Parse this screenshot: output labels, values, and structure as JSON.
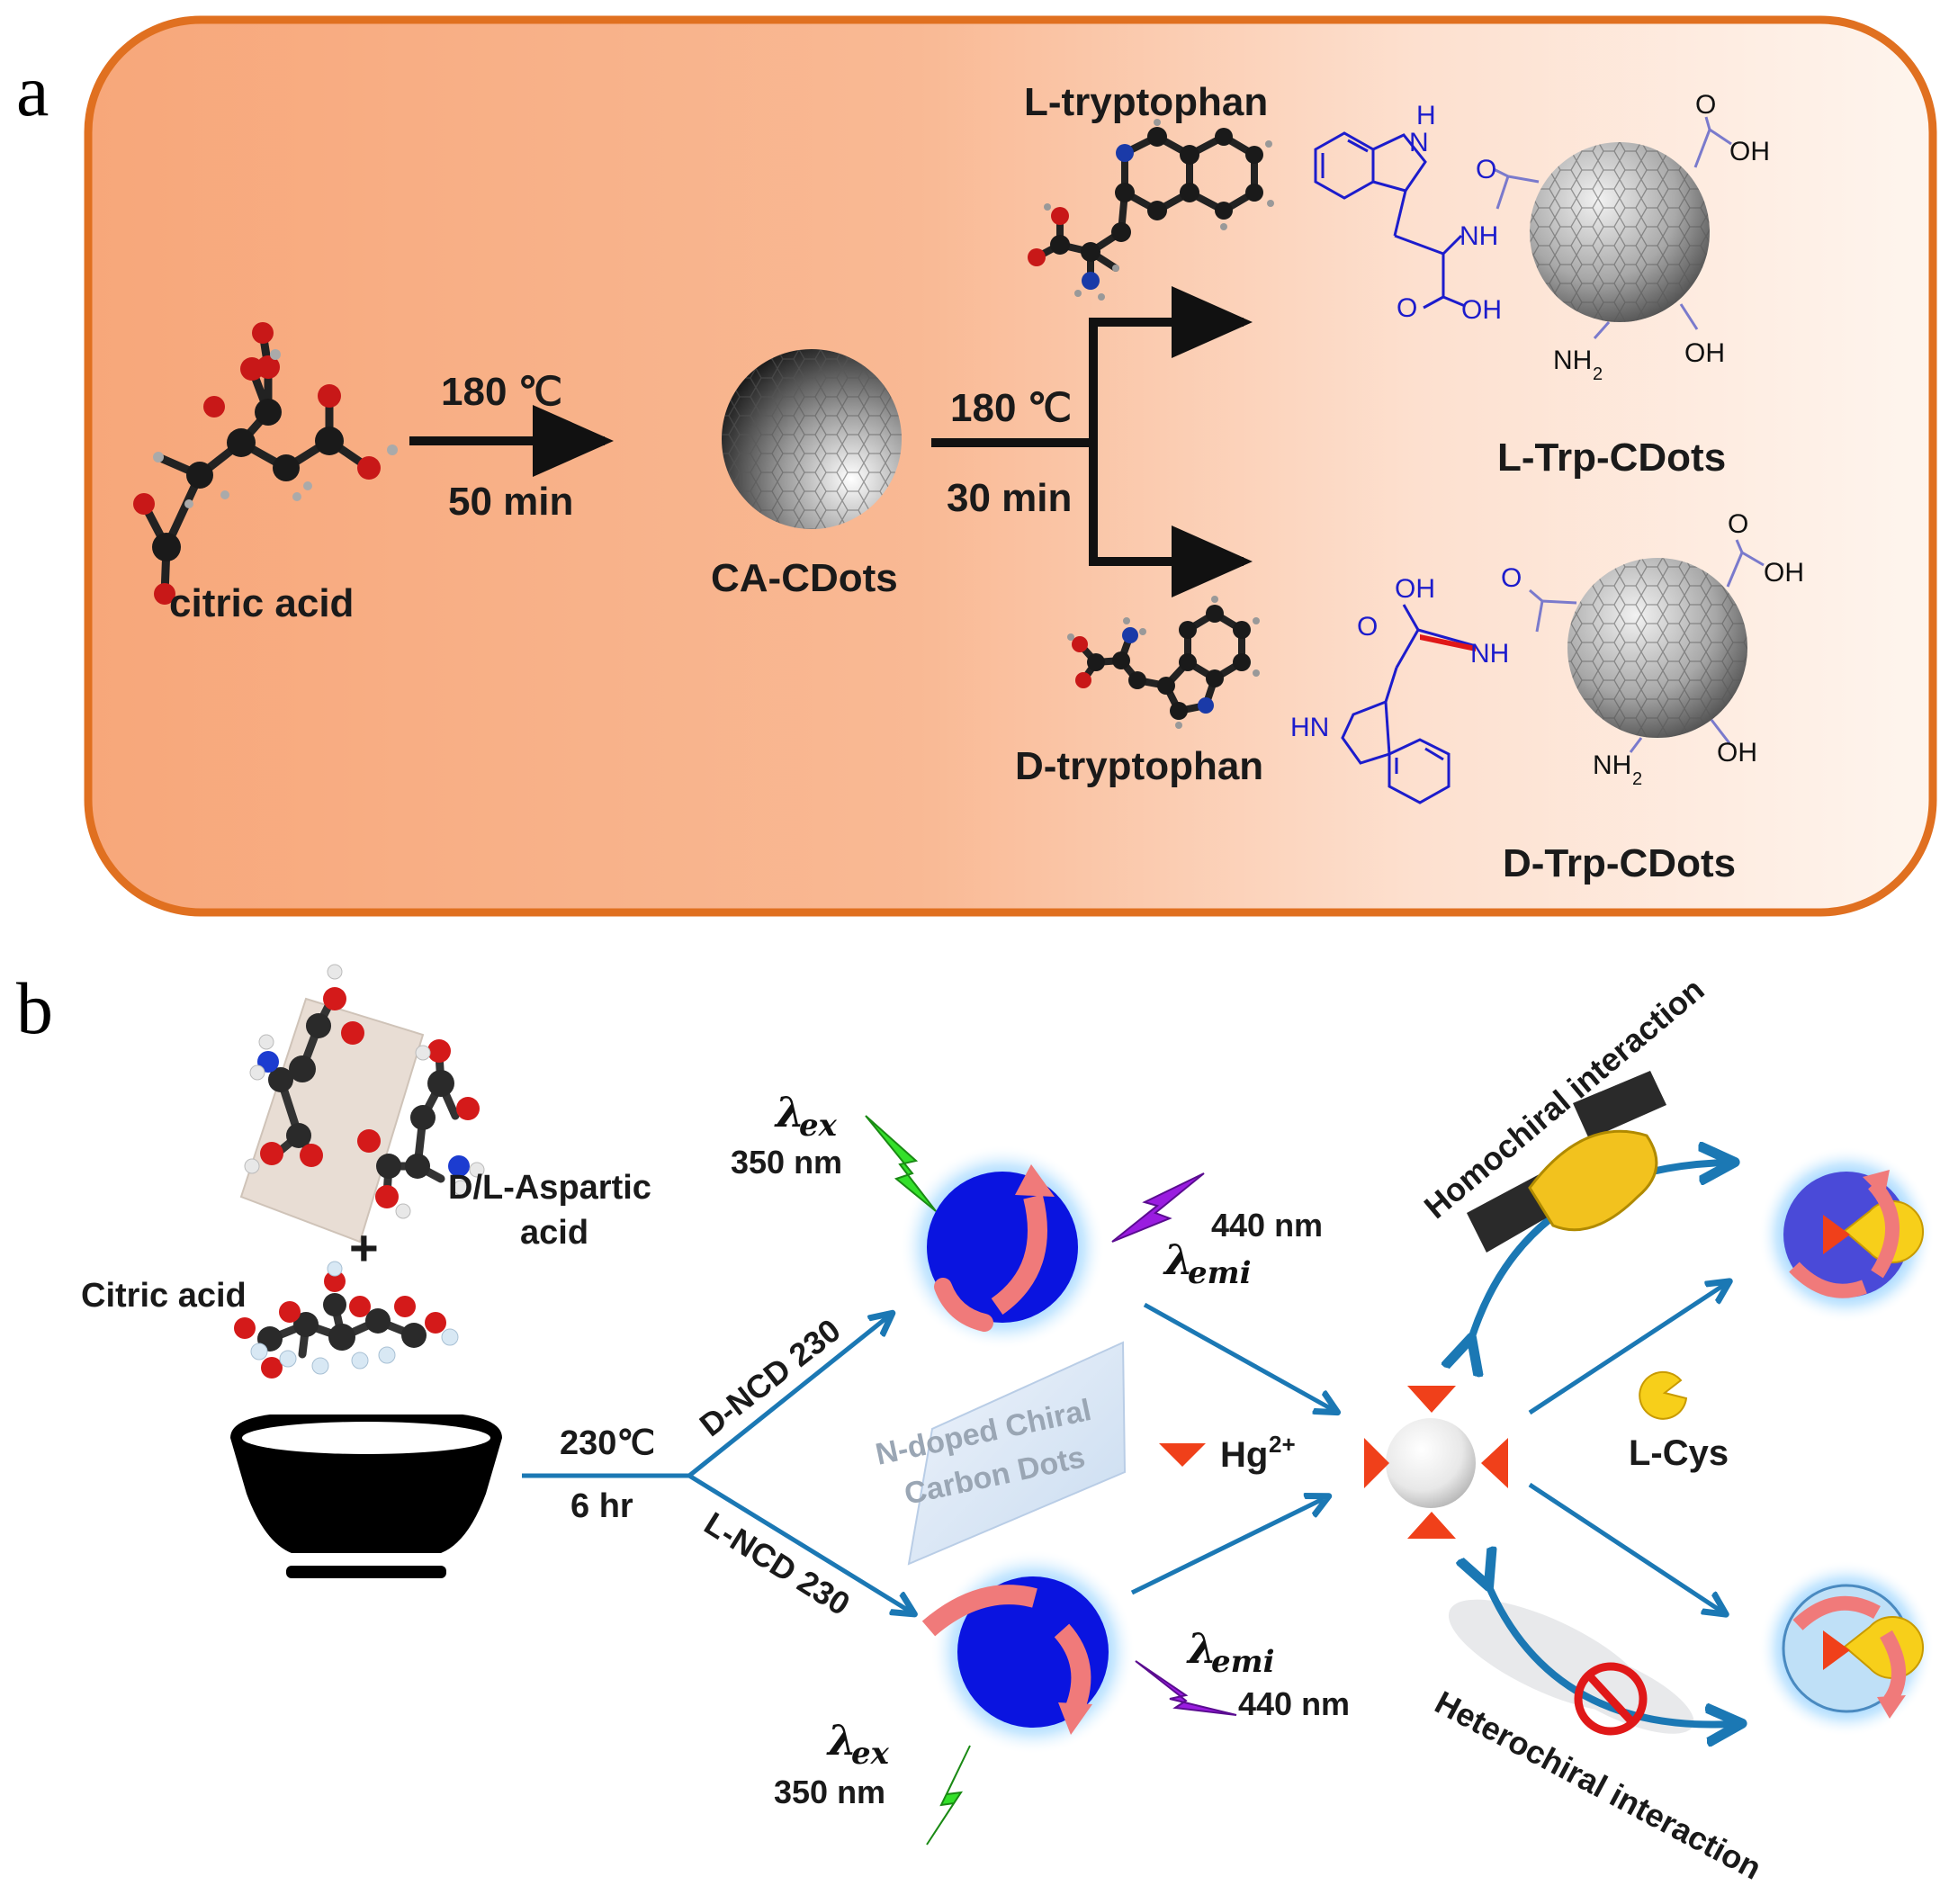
{
  "panel_a": {
    "letter": "a",
    "start_label": "citric acid",
    "step1_temp": "180 ℃",
    "step1_time": "50 min",
    "intermediate_label": "CA-CDots",
    "step2_temp": "180 ℃",
    "step2_time": "30 min",
    "reagent_top": "L-tryptophan",
    "reagent_bottom": "D-tryptophan",
    "product_top": "L-Trp-CDots",
    "product_bottom": "D-Trp-CDots",
    "struct_top": {
      "nh_ring": "H",
      "n_ring": "N",
      "amide_o": "O",
      "nh": "NH",
      "acid_o": "O",
      "acid_oh": "OH",
      "dot_o": "O",
      "dot_oh_top": "OH",
      "dot_nh2": "NH",
      "dot_nh2_sub": "2",
      "dot_oh_bottom": "OH"
    },
    "struct_bottom": {
      "acid_oh": "OH",
      "acid_o": "O",
      "amide_o": "O",
      "nh": "NH",
      "hn_ring": "HN",
      "dot_o": "O",
      "dot_oh_top": "OH",
      "dot_nh2": "NH",
      "dot_nh2_sub": "2",
      "dot_oh_bottom": "OH"
    },
    "colors": {
      "frame_border": "#e07020",
      "frame_fill_left": "#f7a77a",
      "frame_fill_right": "#fdf6f0",
      "arrow": "#111111",
      "struct_blue": "#1c1ccc"
    }
  },
  "panel_b": {
    "letter": "b",
    "aspartic_label_1": "D/L-Aspartic",
    "aspartic_label_2": "acid",
    "plus": "+",
    "citric_label": "Citric acid",
    "cond_temp": "230℃",
    "cond_time": "6 hr",
    "branch_top": "D-NCD 230",
    "branch_bottom": "L-NCD 230",
    "ncd_card_1": "N-doped Chiral",
    "ncd_card_2": "Carbon Dots",
    "ex_top_symbol": "λ",
    "ex_top_sub": "ex",
    "ex_top_value": "350 nm",
    "emi_top_symbol": "λ",
    "emi_top_sub": "emi",
    "emi_top_value": "440 nm",
    "ex_bottom_symbol": "λ",
    "ex_bottom_sub": "ex",
    "ex_bottom_value": "350 nm",
    "emi_bottom_symbol": "λ",
    "emi_bottom_sub": "emi",
    "emi_bottom_value": "440 nm",
    "hg_label": "Hg",
    "hg_sup": "2+",
    "cys_label": "L-Cys",
    "homochiral": "Homochiral interaction",
    "heterochiral": "Heterochiral interaction",
    "colors": {
      "dot_blue": "#0a14e0",
      "glow": "#8fd0ff",
      "arrow_blue": "#1b78b4",
      "pink_arrow": "#f07a7a",
      "green_bolt": "#34e02a",
      "purple_bolt": "#9a1ce0",
      "red_triangle": "#f0401a",
      "yellow_pac": "#f7cf1a",
      "bowl": "#000000"
    }
  }
}
